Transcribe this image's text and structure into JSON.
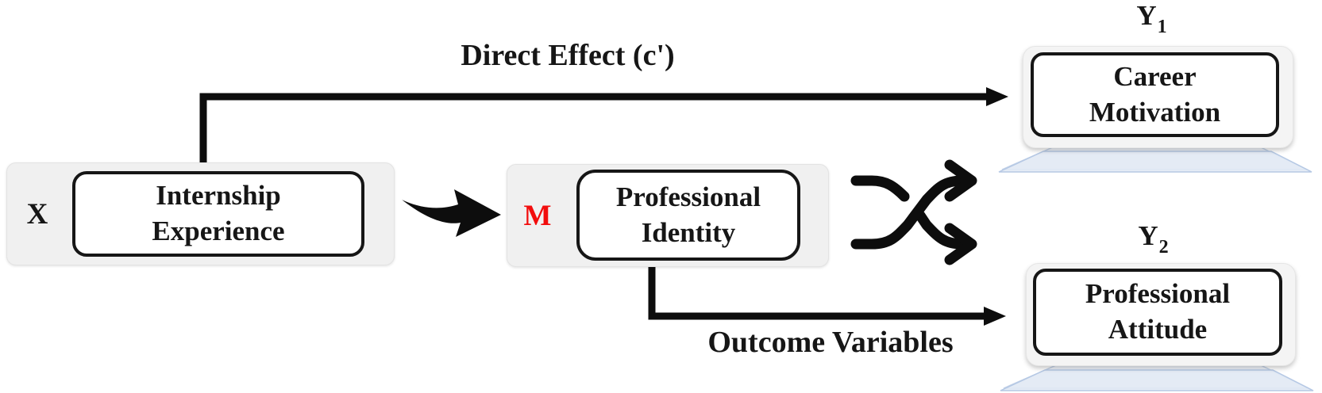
{
  "figure": {
    "type": "mediation-model-diagram",
    "labels": {
      "direct_effect": "Direct Effect (c')",
      "outcome_variables": "Outcome Variables"
    },
    "nodes": {
      "x": {
        "tag": "X",
        "lines": [
          "Internship",
          "Experience"
        ]
      },
      "m": {
        "tag": "M",
        "lines": [
          "Professional",
          "Identity"
        ]
      },
      "y1": {
        "tag": "Y",
        "sub": "1",
        "lines": [
          "Career",
          "Motivation"
        ]
      },
      "y2": {
        "tag": "Y",
        "sub": "2",
        "lines": [
          "Professional",
          "Attitude"
        ]
      }
    },
    "colors": {
      "ink": "#0d0d0d",
      "m_tag_red": "#f20d0d",
      "group_bg": "#f0f0f0",
      "node_bg": "#ffffff",
      "node_border": "#161616",
      "platform_fill": "#e7edf6",
      "platform_stroke": "#b5c8e4"
    }
  }
}
